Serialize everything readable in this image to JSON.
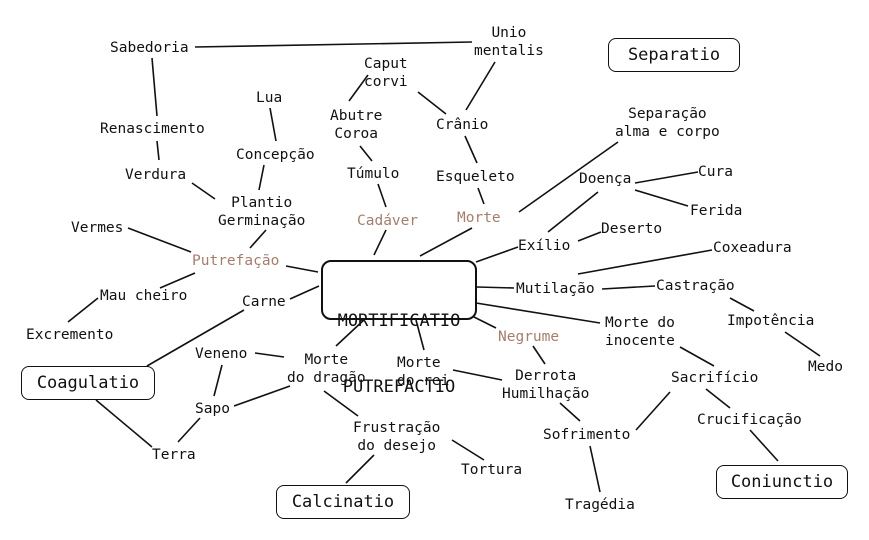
{
  "center": {
    "line1": "MORTIFICATIO",
    "line2": "PUTREFACTIO"
  },
  "operations": {
    "separatio": "Separatio",
    "coagulatio": "Coagulatio",
    "calcinatio": "Calcinatio",
    "coniunctio": "Coniunctio"
  },
  "terms": {
    "sabedoria": "Sabedoria",
    "unio_mentalis": "Unio\nmentalis",
    "caput_corvi": "Caput\ncorvi",
    "lua": "Lua",
    "abutre_coroa": "Abutre\nCoroa",
    "cranio": "Crânio",
    "renascimento": "Renascimento",
    "concepcao": "Concepção",
    "tumulo": "Túmulo",
    "verdura": "Verdura",
    "esqueleto": "Esqueleto",
    "plantio": "Plantio\nGerminação",
    "cadaver": "Cadáver",
    "morte": "Morte",
    "vermes": "Vermes",
    "putrefacao": "Putrefação",
    "mau_cheiro": "Mau cheiro",
    "excremento": "Excremento",
    "carne": "Carne",
    "separacao": "Separação\nalma e corpo",
    "doenca": "Doença",
    "cura": "Cura",
    "ferida": "Ferida",
    "exilio": "Exílio",
    "deserto": "Deserto",
    "coxeadura": "Coxeadura",
    "mutilacao": "Mutilação",
    "castracao": "Castração",
    "impotencia": "Impotência",
    "medo": "Medo",
    "morte_inocente": "Morte do\ninocente",
    "negrume": "Negrume",
    "veneno": "Veneno",
    "morte_dragao": "Morte\ndo dragão",
    "morte_rei": "Morte\ndo rei",
    "derrota": "Derrota\nHumilhação",
    "sacrificio": "Sacrifício",
    "sapo": "Sapo",
    "crucificacao": "Crucificação",
    "terra": "Terra",
    "frustracao": "Frustração\ndo desejo",
    "sofrimento": "Sofrimento",
    "tortura": "Tortura",
    "tragedia": "Tragédia"
  },
  "colors": {
    "ink": "#111111",
    "accent": "#a57d6c",
    "background": "#ffffff"
  }
}
